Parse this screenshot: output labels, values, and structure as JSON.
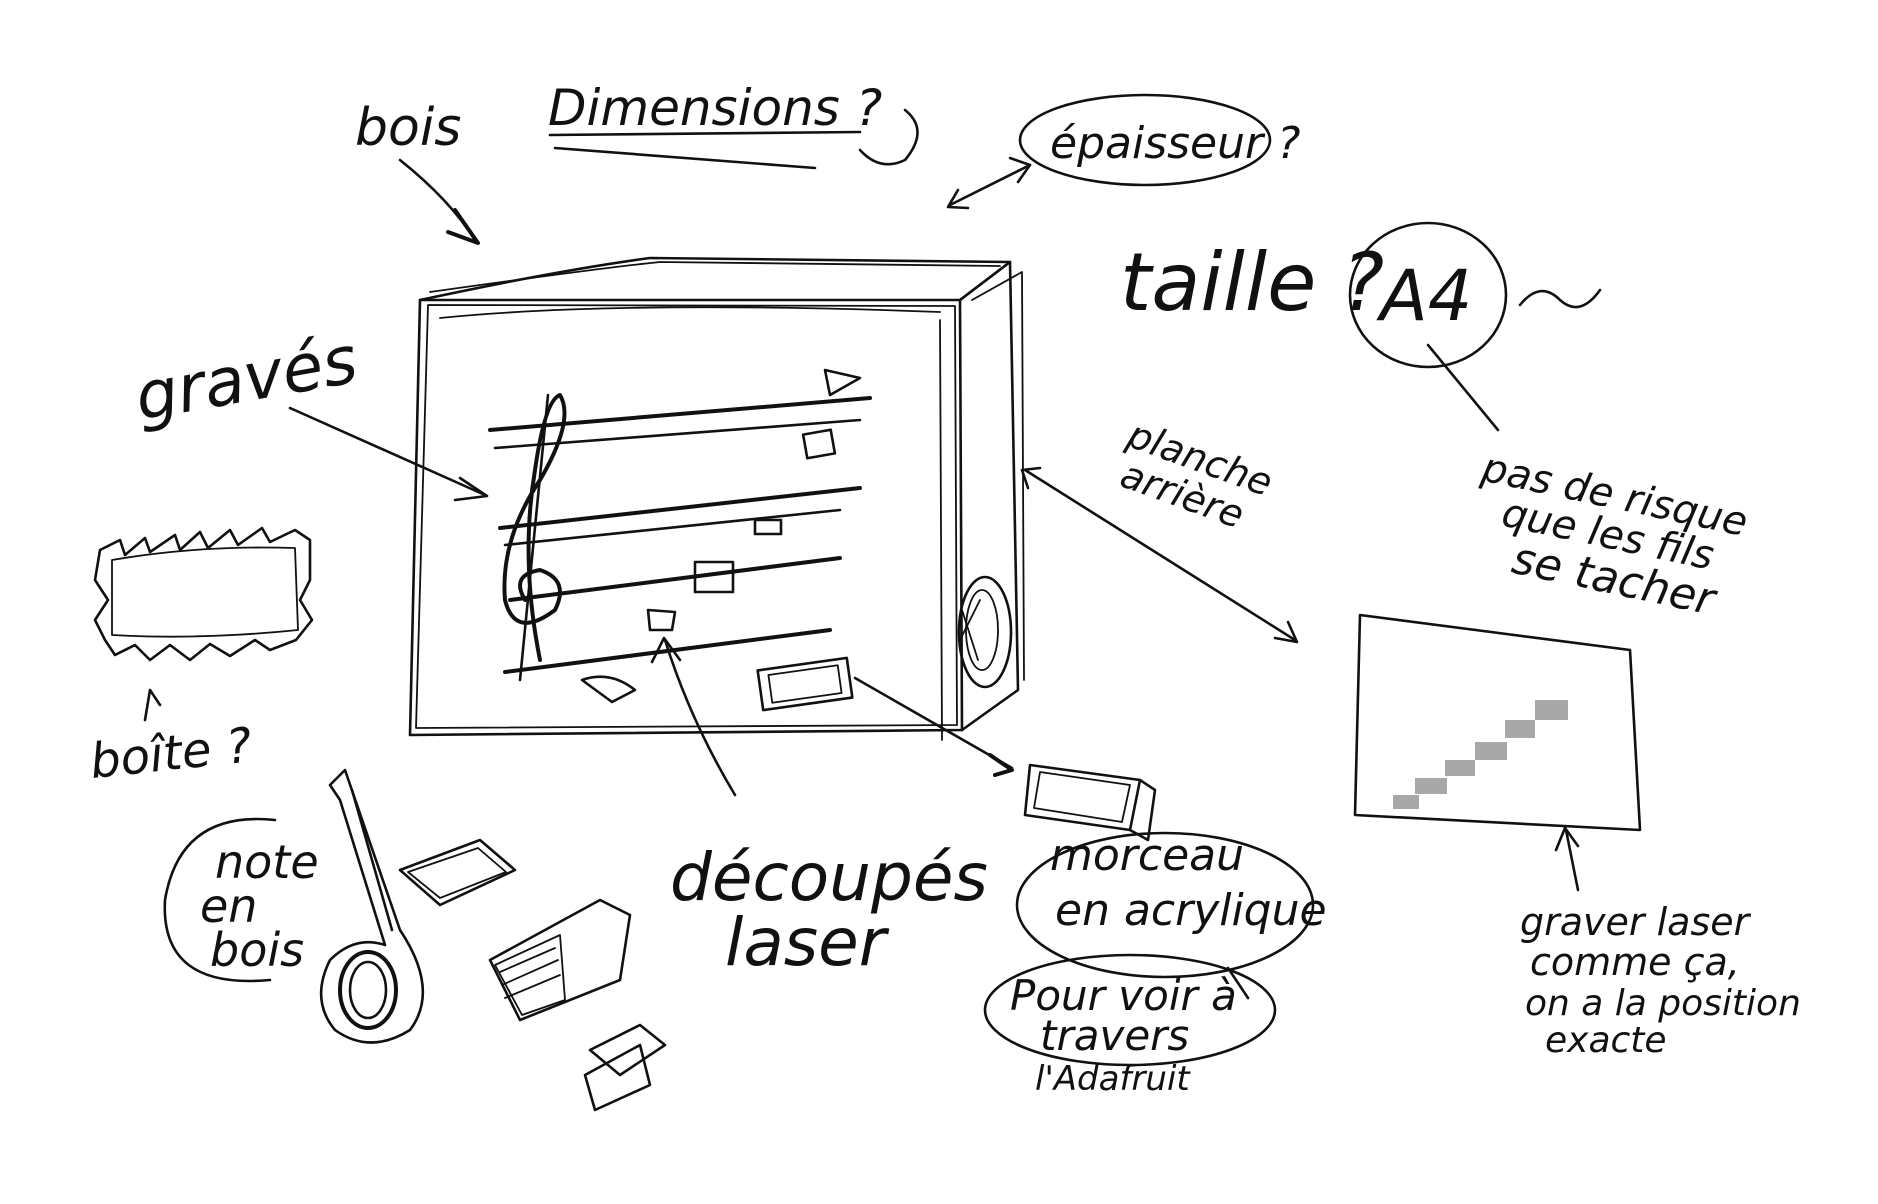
{
  "labels": {
    "bois": "bois",
    "dimensions": "Dimensions ?",
    "epaisseur": "épaisseur ?",
    "taille": "taille ?",
    "a4": "A4",
    "a4_tilde": "~",
    "graves": "gravés",
    "planche_line1": "planche",
    "planche_line2": "arrière",
    "risque_line1": "pas de risque",
    "risque_line2": "que les fils",
    "risque_line3": "se tacher",
    "boite": "boîte ?",
    "note_line1": "note",
    "note_line2": "en",
    "note_line3": "bois",
    "decoupes_line1": "découpés",
    "decoupes_line2": "laser",
    "morceau_line1": "morceau",
    "morceau_line2": "en acrylique",
    "voir_line1": "Pour voir à",
    "voir_line2": "travers",
    "voir_line3": "l'Adafruit",
    "graver_line1": "graver laser",
    "graver_line2": "comme ça,",
    "graver_line3": "on a la position",
    "graver_line4": "exacte"
  },
  "colors": {
    "ink": "#111111",
    "engraving": "#a8a8a8",
    "paper": "#ffffff"
  }
}
